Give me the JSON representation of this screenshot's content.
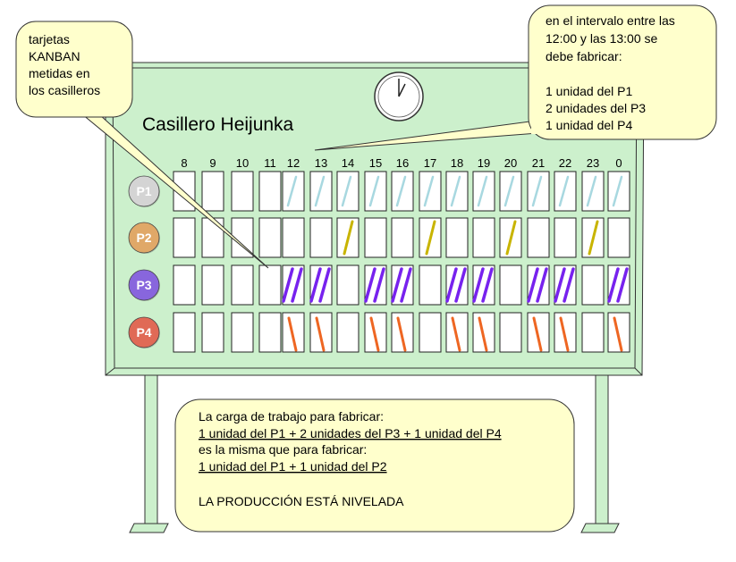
{
  "board": {
    "title": "Casillero Heijunka",
    "hours": [
      "8",
      "9",
      "10",
      "11",
      "12",
      "13",
      "14",
      "15",
      "16",
      "17",
      "18",
      "19",
      "20",
      "21",
      "22",
      "23",
      "0"
    ],
    "products": [
      {
        "label": "P1",
        "color": "#d4d4d4",
        "card_color": "#a8d8e0",
        "cards": [
          0,
          0,
          0,
          0,
          1,
          1,
          1,
          1,
          1,
          1,
          1,
          1,
          1,
          1,
          1,
          1,
          1
        ]
      },
      {
        "label": "P2",
        "color": "#e0a868",
        "card_color": "#c8b400",
        "cards": [
          0,
          0,
          0,
          0,
          0,
          0,
          1,
          0,
          0,
          1,
          0,
          0,
          1,
          0,
          0,
          1,
          0
        ]
      },
      {
        "label": "P3",
        "color": "#8866dd",
        "card_color": "#7722ee",
        "cards": [
          0,
          0,
          0,
          0,
          2,
          2,
          0,
          2,
          2,
          0,
          2,
          2,
          0,
          2,
          2,
          0,
          2
        ]
      },
      {
        "label": "P4",
        "color": "#e06a56",
        "card_color": "#ee6622",
        "cards": [
          0,
          0,
          0,
          0,
          1,
          1,
          0,
          1,
          1,
          0,
          1,
          1,
          0,
          1,
          1,
          0,
          1
        ]
      }
    ]
  },
  "callouts": {
    "kanban": [
      "tarjetas",
      "KANBAN",
      "metidas en",
      "los casilleros"
    ],
    "interval": [
      "en el intervalo entre las",
      "12:00 y las 13:00 se",
      "debe fabricar:",
      "",
      "1 unidad del P1",
      "2 unidades del P3",
      "1 unidad del P4"
    ]
  },
  "note": {
    "line1": "La carga de trabajo para fabricar:",
    "line2": "1 unidad del P1 + 2 unidades del P3 + 1 unidad del P4",
    "line3": "es la misma que para fabricar:",
    "line4": "1 unidad del P1 + 1 unidad del P2",
    "line5": "LA PRODUCCIÓN ESTÁ NIVELADA"
  },
  "colors": {
    "board_green": "#ccf0cc",
    "callout_yellow": "#ffffcc"
  }
}
